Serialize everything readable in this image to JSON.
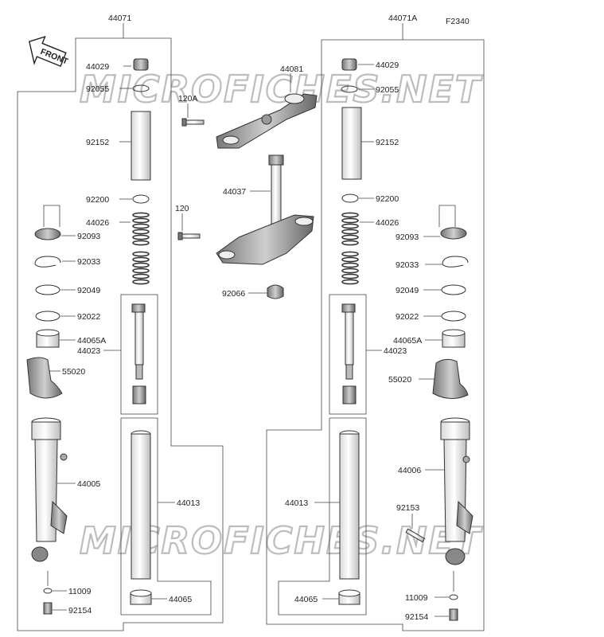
{
  "figure_code": "F2340",
  "front_arrow_text": "FRONT",
  "watermark": "MICROFICHES.NET",
  "groups": {
    "left_fork": "44071",
    "right_fork": "44071A"
  },
  "labels": {
    "l_44029": "44029",
    "l_92055": "92055",
    "l_92152": "92152",
    "l_92200": "92200",
    "l_44026": "44026",
    "l_92093": "92093",
    "l_92033": "92033",
    "l_92049": "92049",
    "l_92022": "92022",
    "l_44065A": "44065A",
    "l_44023": "44023",
    "l_55020": "55020",
    "l_44005": "44005",
    "l_44013": "44013",
    "l_44065": "44065",
    "l_11009": "11009",
    "l_92154": "92154",
    "c_44081": "44081",
    "c_120A": "120A",
    "c_44037": "44037",
    "c_120": "120",
    "c_92066": "92066",
    "r_44029": "44029",
    "r_92055": "92055",
    "r_92152": "92152",
    "r_92200": "92200",
    "r_44026": "44026",
    "r_92093": "92093",
    "r_92033": "92033",
    "r_92049": "92049",
    "r_92022": "92022",
    "r_44065A": "44065A",
    "r_44023": "44023",
    "r_55020": "55020",
    "r_44006": "44006",
    "r_92153": "92153",
    "r_44013": "44013",
    "r_44065": "44065",
    "r_11009": "11009",
    "r_92154": "92154"
  }
}
